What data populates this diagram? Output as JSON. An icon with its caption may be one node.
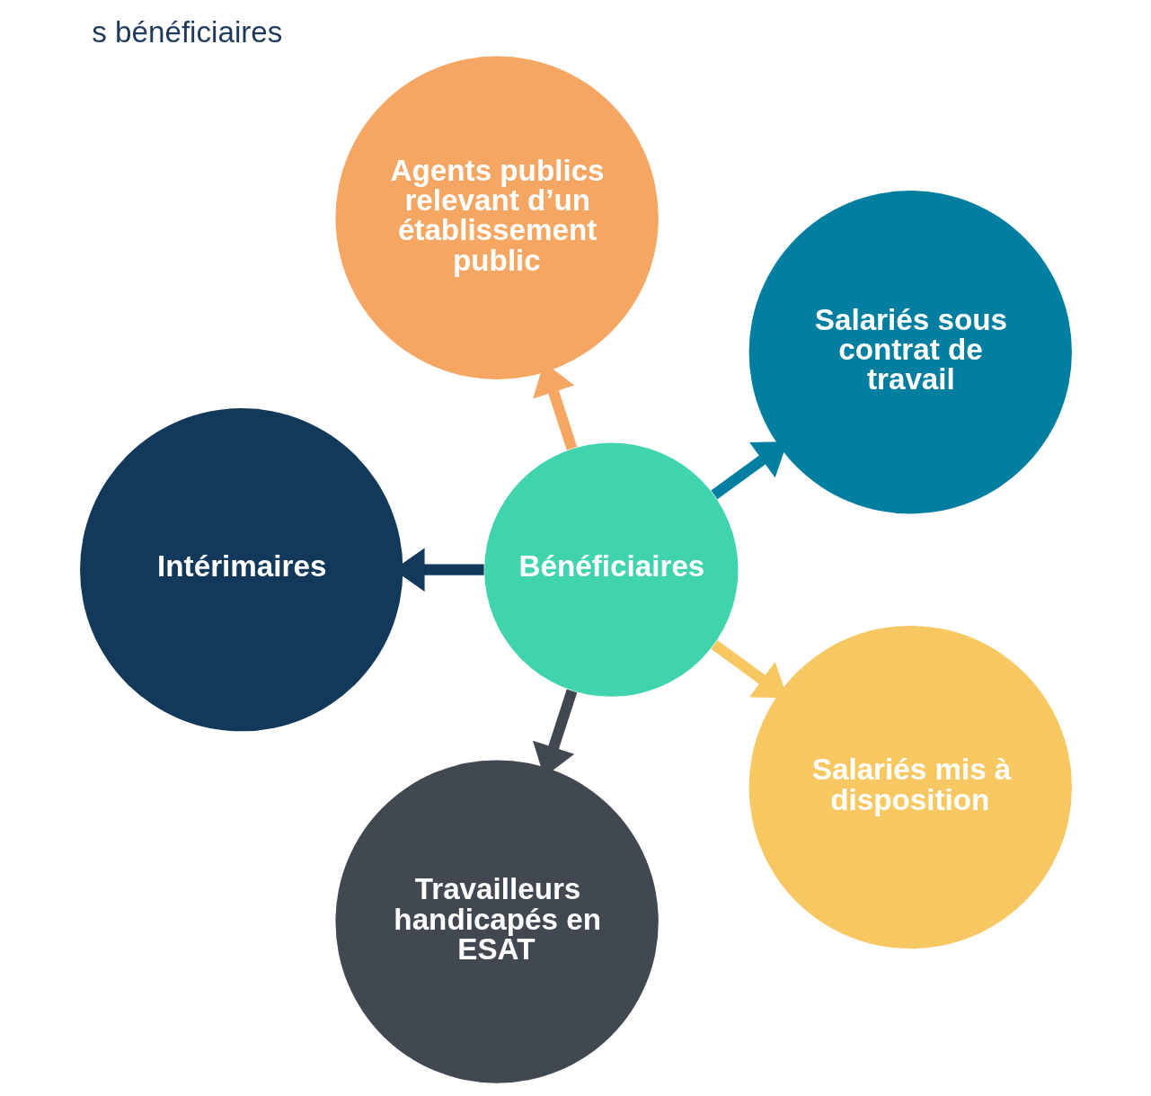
{
  "diagram": {
    "title": "s bénéficiaires",
    "nodes": [
      {
        "text": [
          "Salariés sous contrat de travail"
        ]
      },
      {
        "text": [
          "Agents publics relevant d’un établissement public"
        ]
      },
      {
        "text": [
          "Intérimaires"
        ]
      },
      {
        "text": [
          "Bénéficiaires"
        ]
      },
      {
        "text": [
          "Travailleurs handicapés en ESAT"
        ]
      },
      {
        "text": [
          "Salariés mis à disposition"
        ]
      }
    ],
    "edges": [
      {
        "from": 3,
        "to": 0,
        "arrow": "to",
        "color": "#027fa0"
      },
      {
        "from": 3,
        "to": 2,
        "arrow": "to",
        "color": "#12385a"
      },
      {
        "from": 3,
        "to": 5,
        "arrow": "to",
        "color": "#f7c862"
      },
      {
        "from": 3,
        "to": 4,
        "arrow": "to",
        "color": "#424850"
      },
      {
        "from": 3,
        "to": 1,
        "arrow": "to",
        "color": "#f4a662"
      }
    ]
  }
}
